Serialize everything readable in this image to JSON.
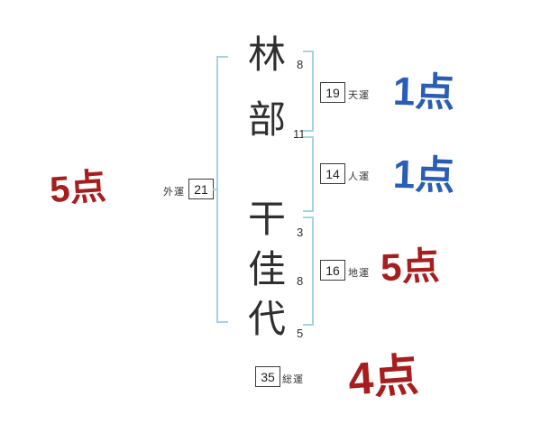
{
  "characters": [
    {
      "glyph": "林",
      "strokes": "8"
    },
    {
      "glyph": "部",
      "strokes": "11"
    },
    {
      "glyph": "干",
      "strokes": "3"
    },
    {
      "glyph": "佳",
      "strokes": "8"
    },
    {
      "glyph": "代",
      "strokes": "5"
    }
  ],
  "fortunes": {
    "gai": {
      "number": "21",
      "label": "外運",
      "score": "5点"
    },
    "ten": {
      "number": "19",
      "label": "天運",
      "score": "1点"
    },
    "jin": {
      "number": "14",
      "label": "人運",
      "score": "1点"
    },
    "chi": {
      "number": "16",
      "label": "地運",
      "score": "5点"
    },
    "sou": {
      "number": "35",
      "label": "総運",
      "score": "4点"
    }
  },
  "colors": {
    "bracket_blue": "#a5d2e8",
    "score_red": "#a81d1d",
    "score_blue": "#2a5db5",
    "ink": "#2f2f2f"
  }
}
